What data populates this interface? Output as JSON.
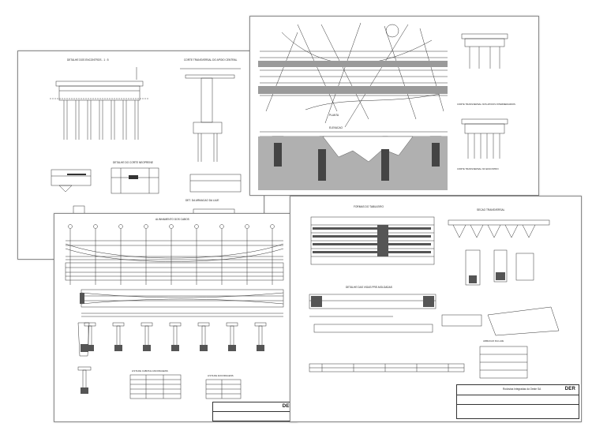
{
  "document": {
    "sheets": [
      {
        "id": "sheet-left",
        "titles": [
          "DETALHE DOS ENCONTROS - 1 : 5",
          "CORTE TRANSVERSAL DO APOIO CENTRAL",
          "DETALHE DO CORTE NEOPRENE",
          "DET. DA ARMACAO DA LAJE"
        ]
      },
      {
        "id": "sheet-top",
        "titles": [
          "PLANTA",
          "ELEVACAO",
          "CORTE TRANSVERSAL NOS APOIOS INTERMEDIARIOS",
          "CORTE TRANSVERSAL NO ENCONTRO"
        ]
      },
      {
        "id": "sheet-middle",
        "titles": [
          "ALINHAMENTO DOS CABOS",
          "LISTA DE CABOS E ANCORAGENS",
          "LISTA DE ANCORAGENS"
        ]
      },
      {
        "id": "sheet-right",
        "titles": [
          "FORMAS DO TABULEIRO",
          "SECAO TRANSVERSAL",
          "DETALHE DAS VIGAS PRE-MOLDADAS",
          "ARMACAO DA LAJE"
        ]
      }
    ],
    "title_block": {
      "logo": "DER",
      "brand": "Rodovias Integradas do Oeste SA"
    }
  }
}
